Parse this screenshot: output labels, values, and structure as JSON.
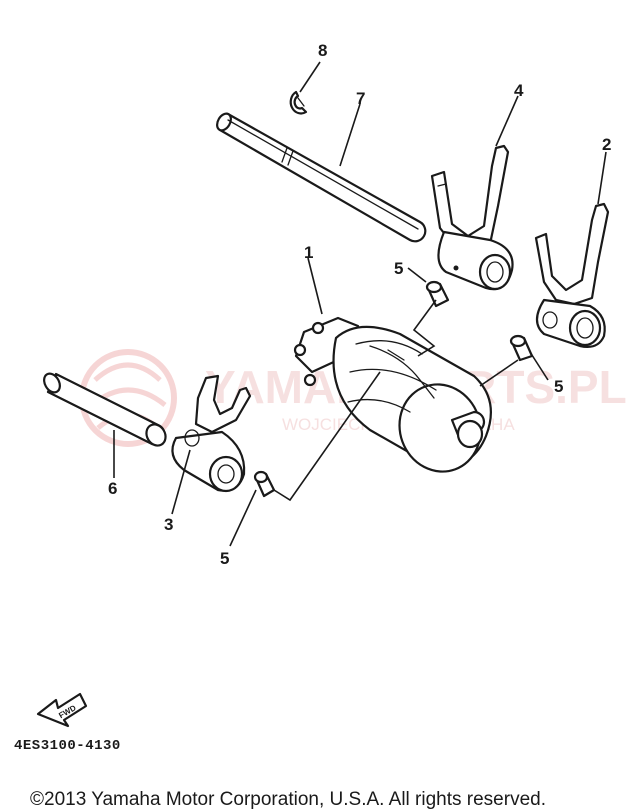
{
  "diagram": {
    "callouts": [
      {
        "id": "1",
        "label": "1"
      },
      {
        "id": "2",
        "label": "2"
      },
      {
        "id": "3",
        "label": "3"
      },
      {
        "id": "4",
        "label": "4"
      },
      {
        "id": "5a",
        "label": "5"
      },
      {
        "id": "5b",
        "label": "5"
      },
      {
        "id": "5c",
        "label": "5"
      },
      {
        "id": "6",
        "label": "6"
      },
      {
        "id": "7",
        "label": "7"
      },
      {
        "id": "8",
        "label": "8"
      }
    ],
    "watermark": {
      "site": "YAMAHAPARTS.PL",
      "subtitle": "WOJCIECHOWSKI - YAMAHA"
    },
    "forward_arrow_label": "FWD",
    "part_code": "4ES3100-4130",
    "copyright": "©2013 Yamaha Motor Corporation, U.S.A. All rights reserved."
  }
}
